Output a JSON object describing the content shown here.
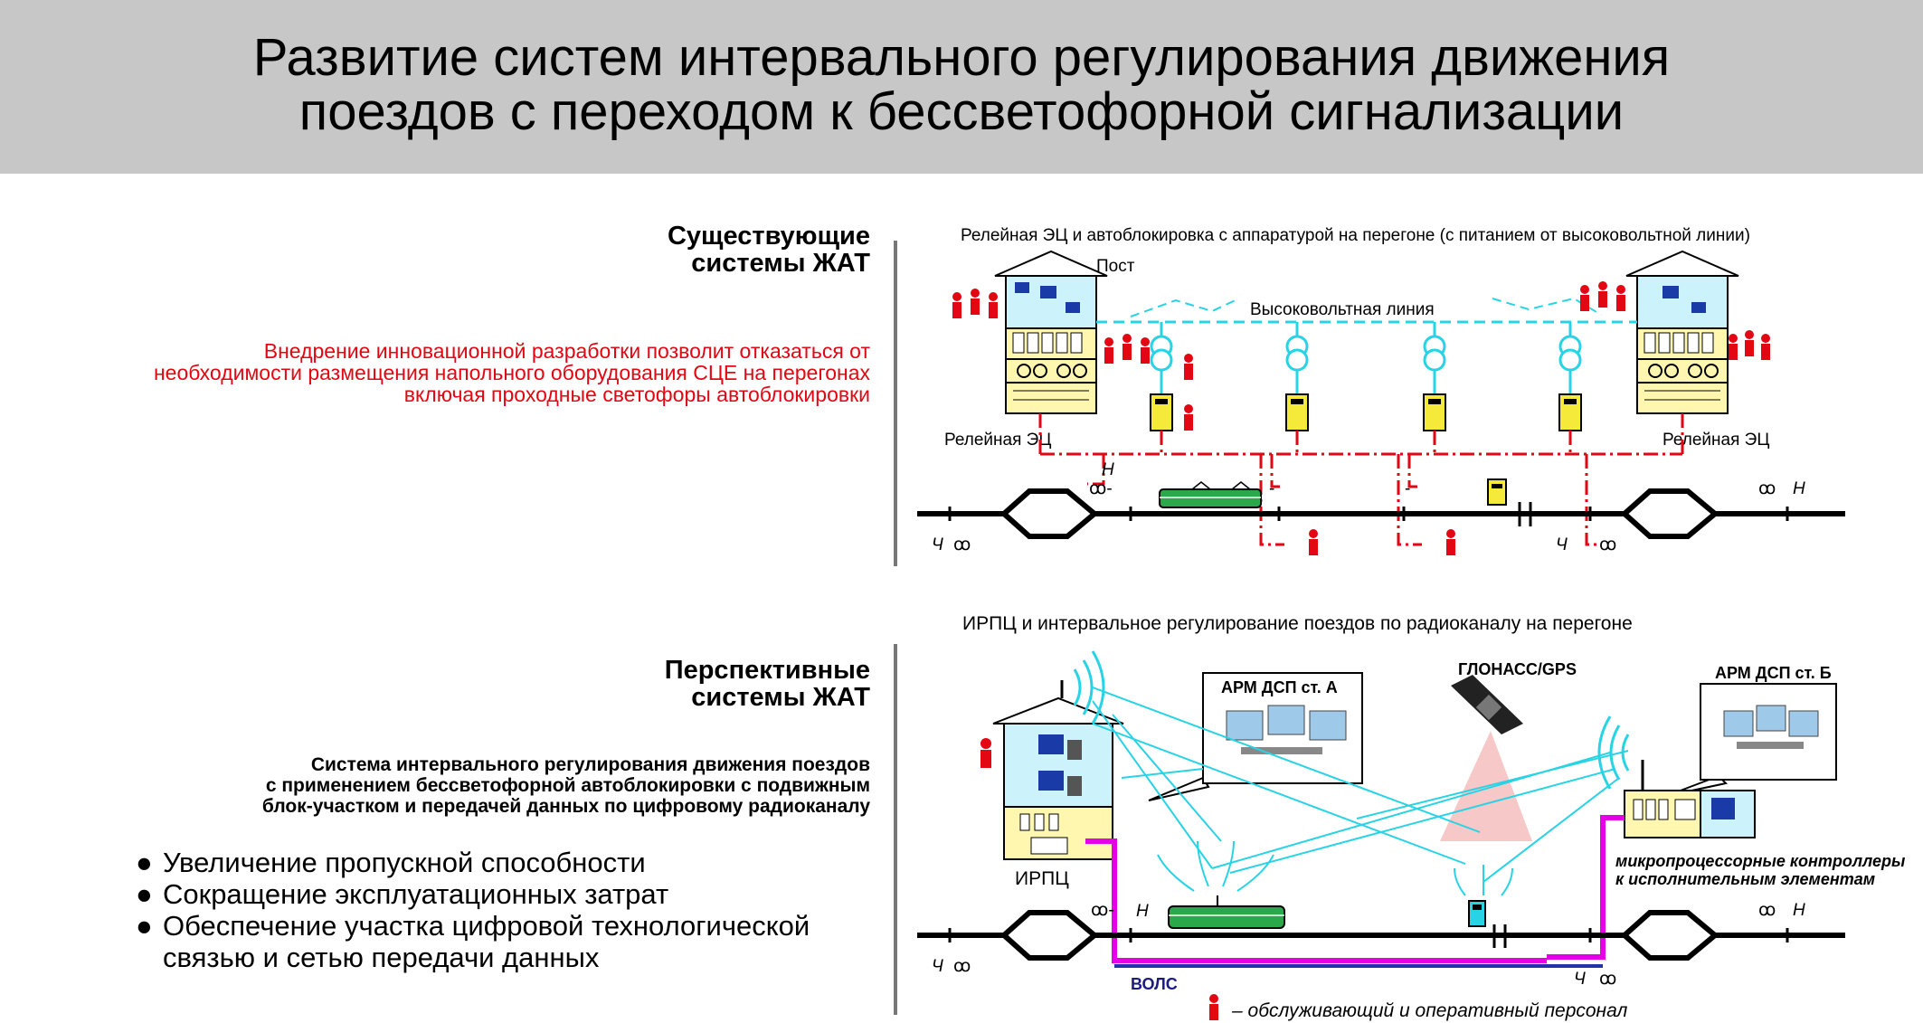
{
  "header": {
    "line1": "Развитие систем интервального регулирования движения",
    "line2": "поездов с переходом к бессветофорной сигнализации"
  },
  "existing": {
    "title_line1": "Существующие",
    "title_line2": "системы ЖАТ",
    "red_line1": "Внедрение инновационной разработки позволит отказаться от",
    "red_line2": "необходимости размещения напольного оборудования СЦЕ на перегонах",
    "red_line3": "включая проходные светофоры автоблокировки",
    "diagram": {
      "caption": "Релейная ЭЦ и автоблокировка с аппаратурой на перегоне (с питанием от высоковольтной линии)",
      "post_label": "Пост",
      "hv_line_label": "Высоковольтная линия",
      "relay_left": "Релейная ЭЦ",
      "relay_right": "Релейная ЭЦ",
      "sig_n": "Н",
      "sig_ch": "Ч"
    }
  },
  "future": {
    "title_line1": "Перспективные",
    "title_line2": "системы ЖАТ",
    "bold_line1": "Система интервального регулирования движения поездов",
    "bold_line2": "с применением бессветофорной автоблокировки с подвижным",
    "bold_line3": "блок-участком и передачей данных по цифровому радиоканалу",
    "bullets": [
      "Увеличение пропускной способности",
      "Сокращение эксплуатационных затрат",
      "Обеспечение участка цифровой технологической",
      "связью и сетью передачи данных"
    ],
    "diagram": {
      "caption": "ИРПЦ и интервальное регулирование поездов по радиоканалу на перегоне",
      "arm_a": "АРМ ДСП ст. А",
      "arm_b": "АРМ ДСП ст. Б",
      "gps": "ГЛОНАСС/GPS",
      "irpc": "ИРПЦ",
      "controllers_line1": "микропроцессорные контроллеры",
      "controllers_line2": "к исполнительным элементам",
      "vols": "ВОЛС",
      "legend": "– обслуживающий и оперативный персонал",
      "sig_n": "Н",
      "sig_ch": "Ч"
    }
  },
  "colors": {
    "red": "#e30613",
    "cyan": "#29d3e6",
    "magenta": "#e600e6",
    "blue": "#2233aa",
    "yellow": "#f5ea3a",
    "header_bg": "#c7c7c7"
  }
}
